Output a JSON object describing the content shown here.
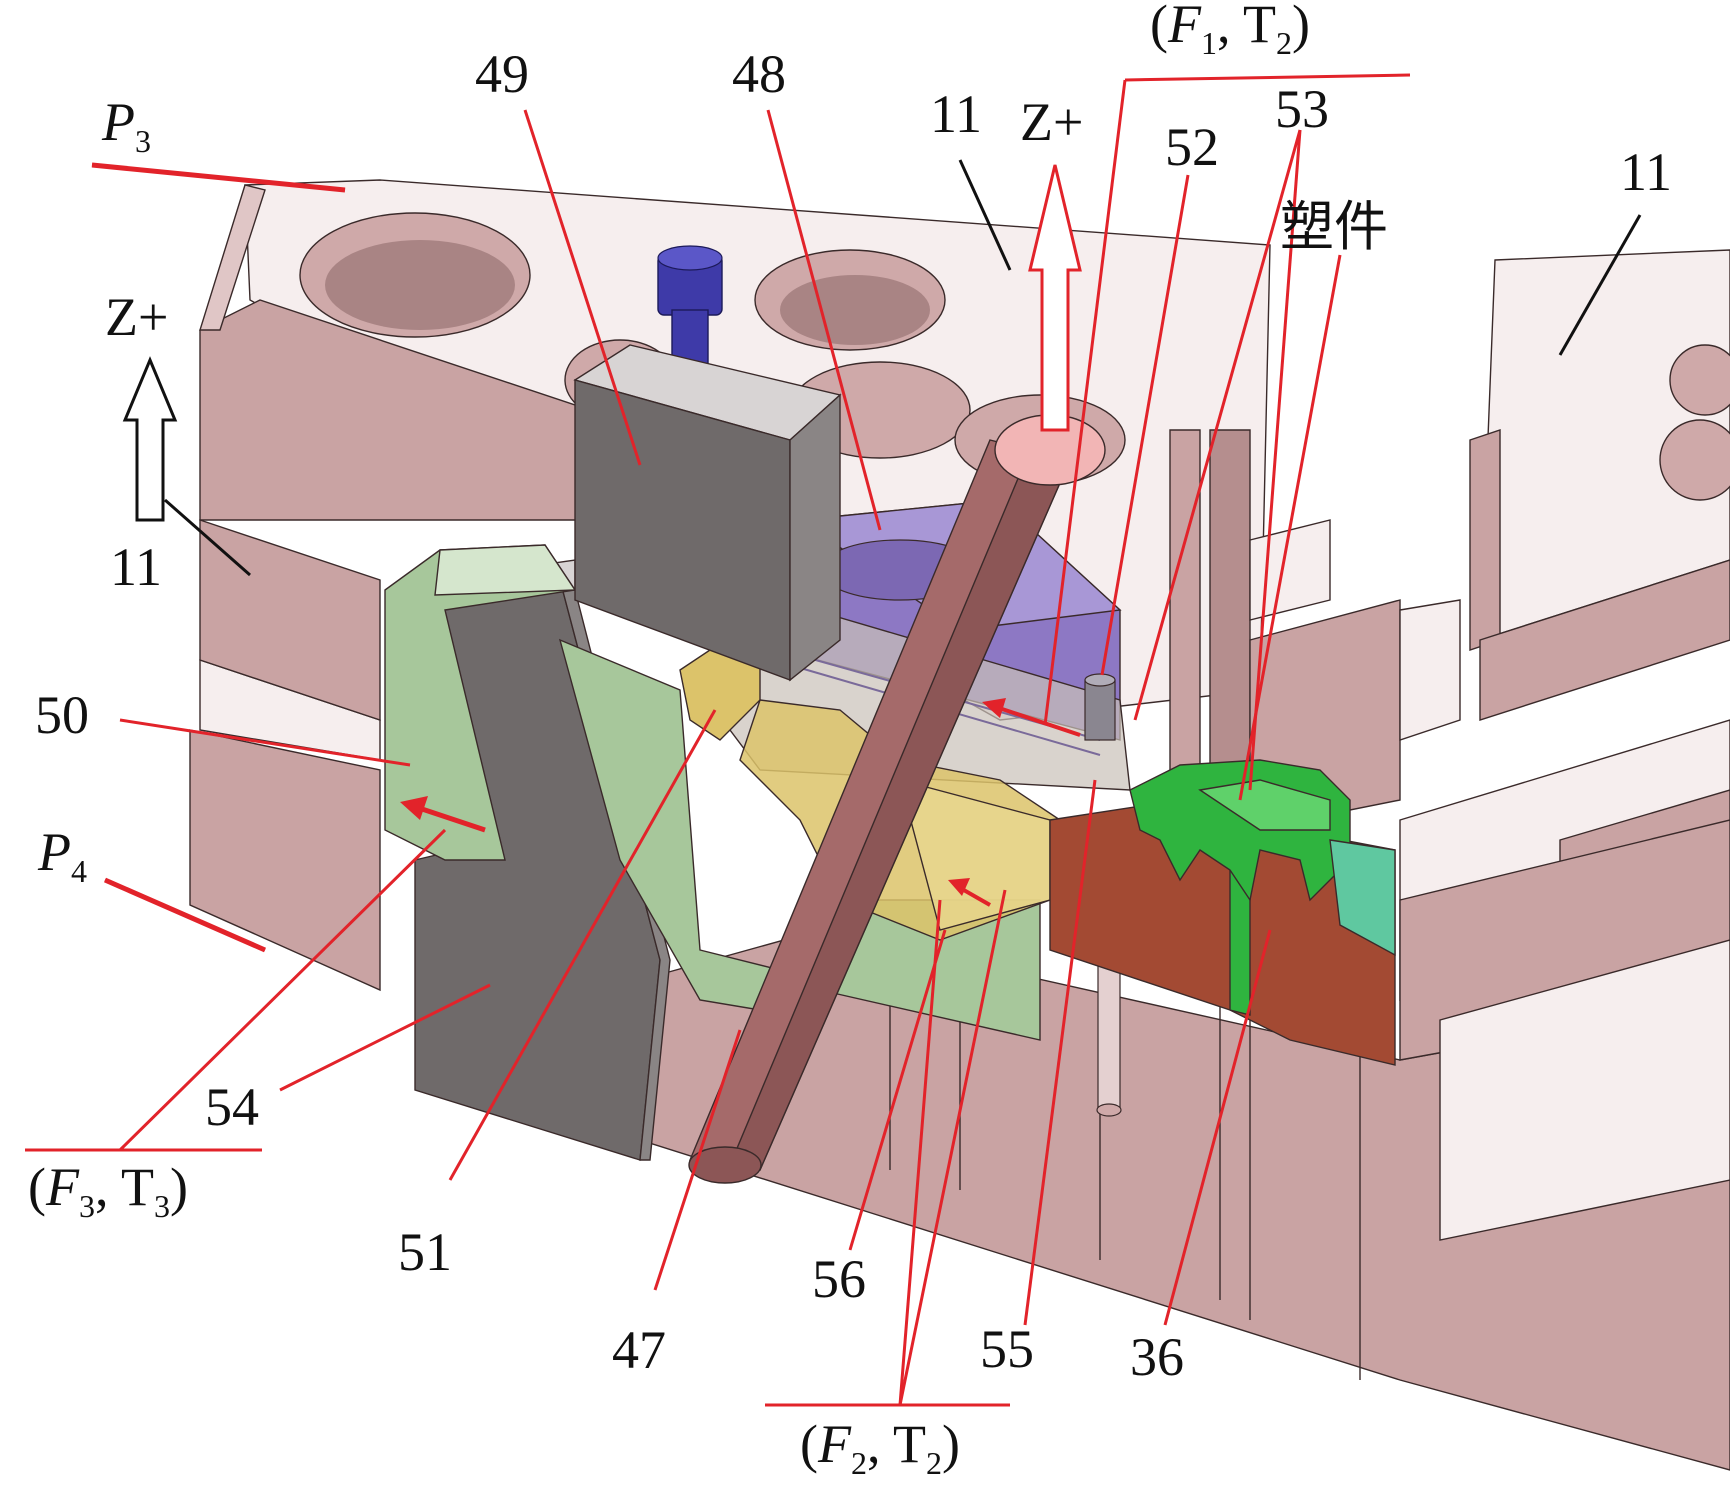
{
  "labels": {
    "l49": "49",
    "l48": "48",
    "l11_top": "11",
    "l11_right": "11",
    "l11_left": "11",
    "l52": "52",
    "l53": "53",
    "l_part": "塑件",
    "l50": "50",
    "l54": "54",
    "l51": "51",
    "l47": "47",
    "l56": "56",
    "l55": "55",
    "l36": "36",
    "z_left": "Z+",
    "z_top": "Z+"
  },
  "plane_labels": {
    "p3": {
      "symbol": "P",
      "sub": "3"
    },
    "p4": {
      "symbol": "P",
      "sub": "4"
    }
  },
  "force_labels": {
    "f1": {
      "open": "(",
      "f": "F",
      "f_sub": "1",
      "sep": ",  ",
      "t": "T",
      "t_sub": "2",
      "close": ")"
    },
    "f2": {
      "open": "(",
      "f": "F",
      "f_sub": "2",
      "sep": ",  ",
      "t": "T",
      "t_sub": "2",
      "close": ")"
    },
    "f3": {
      "open": "(",
      "f": "F",
      "f_sub": "3",
      "sep": ",  ",
      "t": "T",
      "t_sub": "3",
      "close": ")"
    }
  },
  "colors": {
    "plate": "#c9a3a3",
    "plate_light": "#f6eeee",
    "plate_dark": "#a88080",
    "wedge_gray": "#6f6a6a",
    "wedge_light": "#d8d4d4",
    "slider_green": "#a7c79b",
    "slider_green_light": "#d5e6cd",
    "purple_block": "#8d78c4",
    "yellow_core": "#dcc36a",
    "red_block": "#a34a33",
    "green_part": "#2fb43f",
    "teal_part": "#5fc8a0",
    "pin": "#a56a6a",
    "bolt": "#3e3aa8",
    "leader_red": "#e2232a",
    "leader_black": "#111111"
  }
}
